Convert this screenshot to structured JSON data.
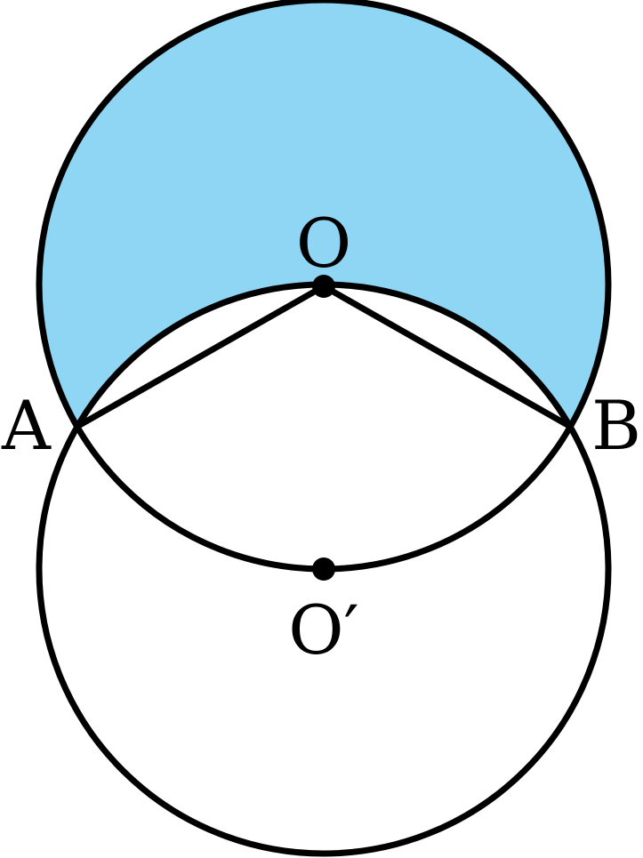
{
  "colors": {
    "shade": "#8fd6f5",
    "stroke": "#000000",
    "background": "#ffffff"
  },
  "labels": {
    "O": "O",
    "O_prime": "O′",
    "A": "A",
    "B": "B"
  }
}
